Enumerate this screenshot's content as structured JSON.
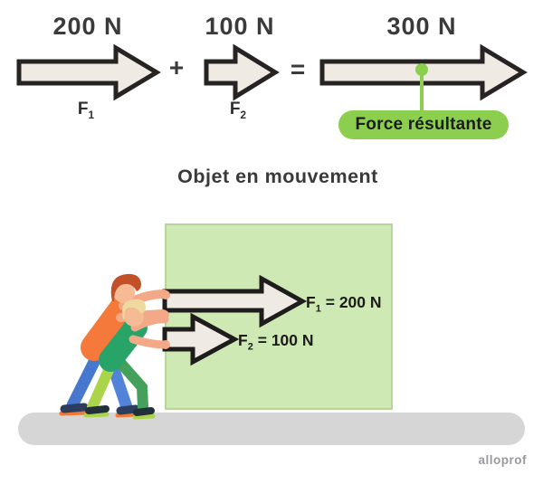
{
  "colors": {
    "background": "#ffffff",
    "arrow_fill": "#efeae3",
    "arrow_outline": "#262322",
    "accent_green": "#8ccf4f",
    "box_green": "#cfe9b4",
    "box_green_border": "#b8d49c",
    "ground_gray": "#d6d6d6",
    "heading_text": "#3a3a3a",
    "label_text": "#1b1b1b",
    "logo_gray": "#97999c",
    "shirt_orange": "#f4793b",
    "shirt_green": "#29a469",
    "jeans_blue": "#4b80d1",
    "pants_lime": "#aad54b",
    "skin": "#f3a987",
    "hair_auburn": "#c35026",
    "hair_blond": "#eed9a0"
  },
  "equation": {
    "force1": {
      "value": "200 N",
      "symbol": "F",
      "sub": "1"
    },
    "operator_plus": "+",
    "force2": {
      "value": "100 N",
      "symbol": "F",
      "sub": "2"
    },
    "operator_equals": "=",
    "resultant": {
      "value": "300 N",
      "badge": "Force résultante"
    }
  },
  "diagram": {
    "title": "Objet en mouvement",
    "force1_label": {
      "symbol": "F",
      "sub": "1",
      "rest": "= 200 N"
    },
    "force2_label": {
      "symbol": "F",
      "sub": "2",
      "rest": "= 100 N"
    }
  },
  "footer": {
    "brand": "alloprof"
  }
}
